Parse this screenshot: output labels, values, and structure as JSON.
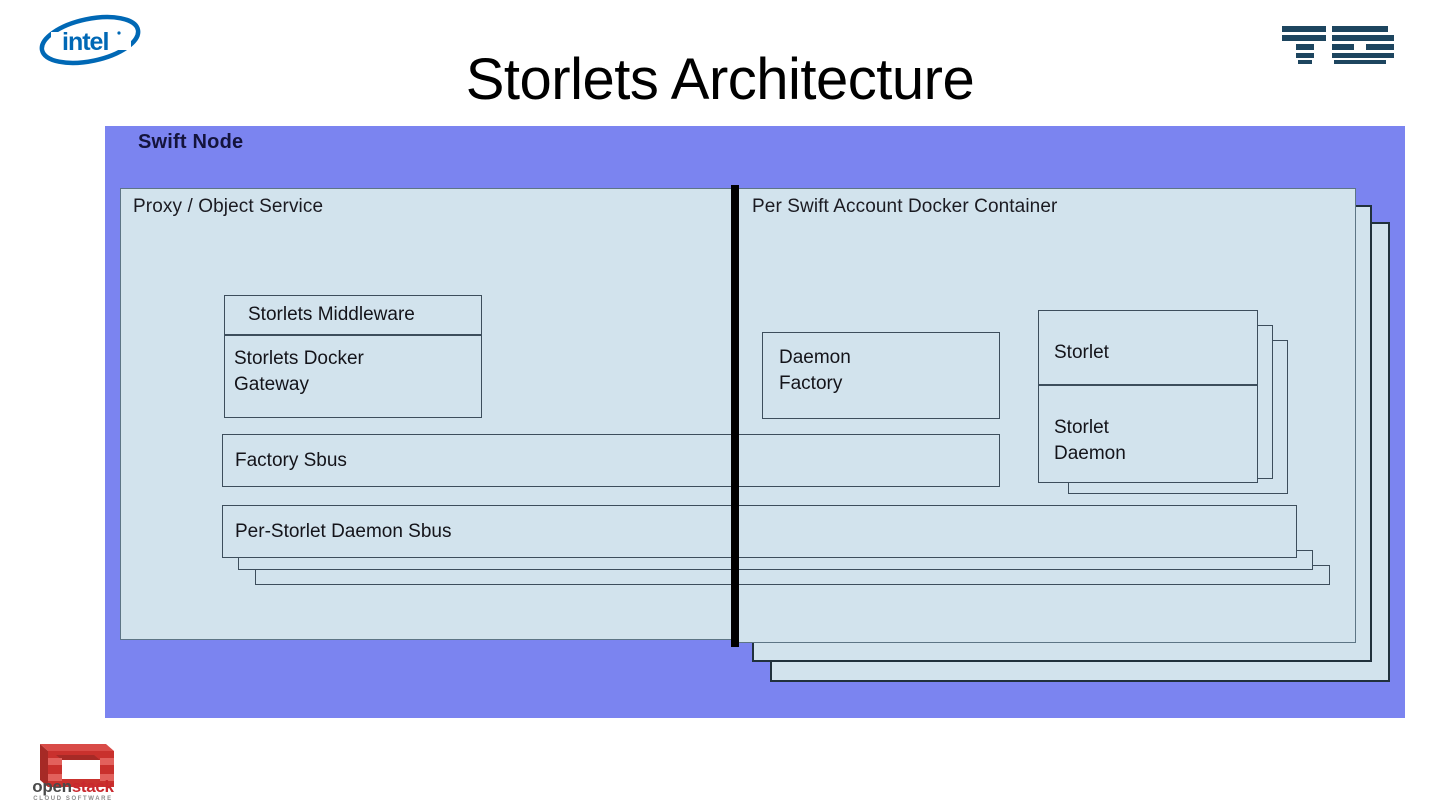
{
  "header": {
    "title": "Storlets Architecture",
    "intel_logo_text": "intel",
    "intel_logo_alt": "intel-logo",
    "partner_logo_alt": "partner-bars-logo"
  },
  "diagram": {
    "type": "architecture-block-diagram",
    "outer_container": {
      "label": "Swift Node",
      "background_color": "#7b84f0"
    },
    "panels": [
      {
        "id": "proxy",
        "title": "Proxy / Object Service",
        "background_color": "#d2e3ed",
        "stacked_copies": 0
      },
      {
        "id": "docker",
        "title": "Per Swift Account Docker Container",
        "background_color": "#d2e3ed",
        "stacked_copies": 2
      }
    ],
    "divider": {
      "orientation": "vertical",
      "color": "#000000"
    },
    "boxes": [
      {
        "id": "middleware",
        "label": "Storlets Middleware",
        "panel": "proxy",
        "align": "center",
        "stacked_copies": 0
      },
      {
        "id": "gateway",
        "label": "Storlets Docker\nGateway",
        "panel": "proxy",
        "align": "left",
        "stacked_copies": 0
      },
      {
        "id": "factory-sbus",
        "label": "Factory Sbus",
        "panel": "proxy",
        "align": "left",
        "stacked_copies": 0
      },
      {
        "id": "per-storlet-daemon-sbus",
        "label": "Per-Storlet Daemon Sbus",
        "panel": "proxy",
        "align": "left",
        "stacked_copies": 2
      },
      {
        "id": "daemon-factory",
        "label": "Daemon\nFactory",
        "panel": "docker",
        "align": "left",
        "stacked_copies": 0
      },
      {
        "id": "storlet",
        "label": "Storlet",
        "panel": "docker",
        "align": "left",
        "stacked_copies": 2
      },
      {
        "id": "storlet-daemon",
        "label": "Storlet\nDaemon",
        "panel": "docker",
        "align": "left",
        "stacked_copies": 2
      }
    ],
    "colors": {
      "panel_fill": "#d2e3ed",
      "outer_fill": "#7b84f0",
      "border": "#3d4e5c",
      "divider": "#000000"
    }
  },
  "footer": {
    "openstack_word_open": "open",
    "openstack_word_stack": "stack",
    "openstack_tagline": "CLOUD SOFTWARE"
  }
}
